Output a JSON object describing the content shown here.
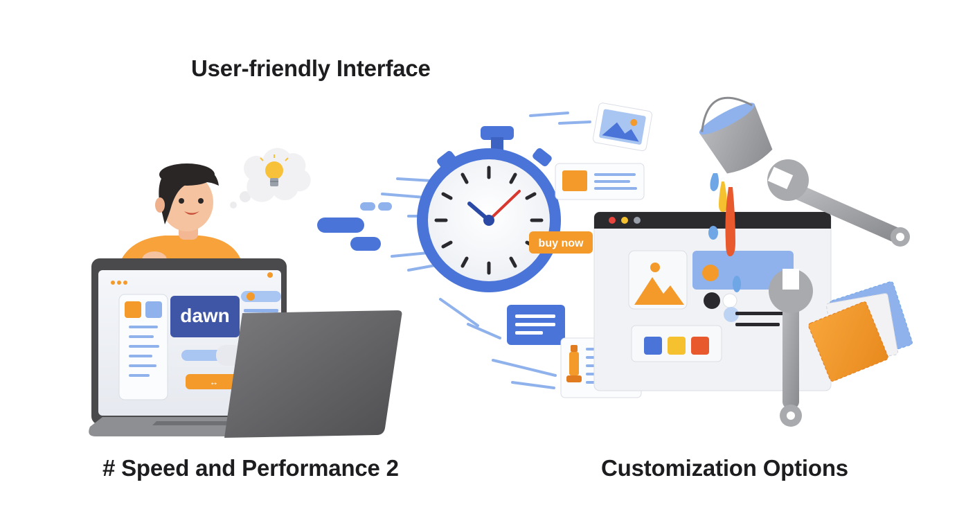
{
  "captions": {
    "user_friendly": "User-friendly Interface",
    "speed": "# Speed and Performance 2",
    "customization": "Customization Options"
  },
  "laptop_screen": {
    "brand_label": "dawn"
  },
  "stopwatch": {
    "cta_label": "buy now"
  },
  "colors": {
    "primary_blue": "#4a74d8",
    "accent_orange": "#f39a2a",
    "shirt_orange": "#f7a23b",
    "laptop_gray": "#6b6b6e",
    "text_dark": "#1d1d1f"
  },
  "icons": [
    "lightbulb-icon",
    "stopwatch-icon",
    "image-icon",
    "paint-bucket-icon",
    "wrench-icon",
    "fabric-swatch-icon"
  ]
}
